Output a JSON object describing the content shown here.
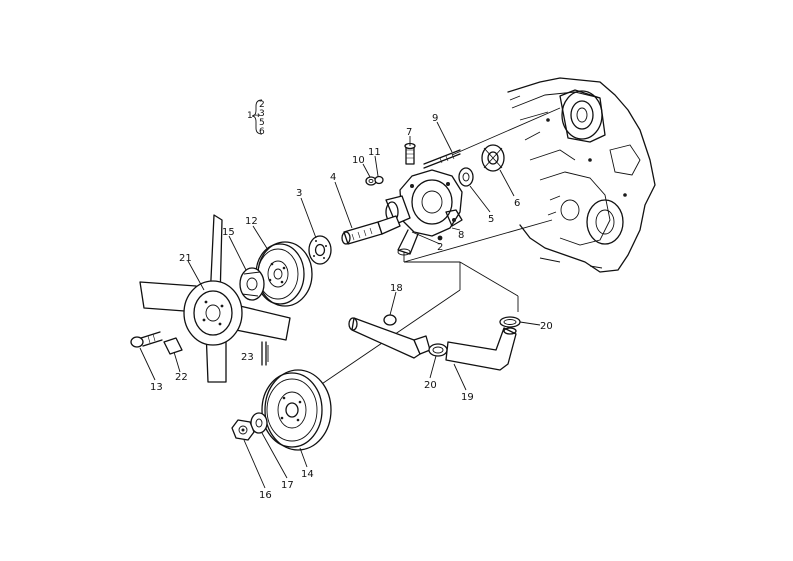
{
  "figure": {
    "index_bracket": {
      "lead": "1→",
      "items": [
        "2",
        "3",
        "5",
        "6"
      ]
    }
  },
  "callouts": [
    {
      "id": "label-2",
      "text": "2"
    },
    {
      "id": "label-3",
      "text": "3"
    },
    {
      "id": "label-4",
      "text": "4"
    },
    {
      "id": "label-5",
      "text": "5"
    },
    {
      "id": "label-6",
      "text": "6"
    },
    {
      "id": "label-7",
      "text": "7"
    },
    {
      "id": "label-8",
      "text": "8"
    },
    {
      "id": "label-9",
      "text": "9"
    },
    {
      "id": "label-10",
      "text": "10"
    },
    {
      "id": "label-11",
      "text": "11"
    },
    {
      "id": "label-12",
      "text": "12"
    },
    {
      "id": "label-13",
      "text": "13"
    },
    {
      "id": "label-14",
      "text": "14"
    },
    {
      "id": "label-15",
      "text": "15"
    },
    {
      "id": "label-16",
      "text": "16"
    },
    {
      "id": "label-17",
      "text": "17"
    },
    {
      "id": "label-18",
      "text": "18"
    },
    {
      "id": "label-19",
      "text": "19"
    },
    {
      "id": "label-20a",
      "text": "20"
    },
    {
      "id": "label-20b",
      "text": "20"
    },
    {
      "id": "label-21",
      "text": "21"
    },
    {
      "id": "label-22",
      "text": "22"
    },
    {
      "id": "label-23",
      "text": "23"
    }
  ]
}
